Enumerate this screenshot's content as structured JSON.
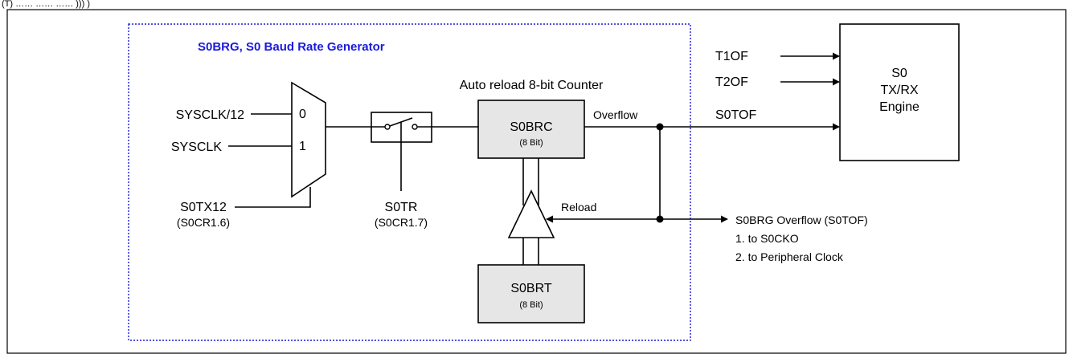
{
  "header_text": "(T)  ……  ……  ……  ))) )",
  "generator": {
    "title": "S0BRG, S0 Baud Rate Generator",
    "title_color": "#1a1adb",
    "border_color": "#1a1adb"
  },
  "mux": {
    "inputs": [
      "SYSCLK/12",
      "SYSCLK"
    ],
    "input_indices": [
      "0",
      "1"
    ],
    "select_label": "S0TX12",
    "select_sub": "(S0CR1.6)"
  },
  "switch": {
    "label": "S0TR",
    "sub": "(S0CR1.7)"
  },
  "counter": {
    "caption": "Auto reload 8-bit Counter",
    "name": "S0BRC",
    "width": "(8 Bit)",
    "overflow_label": "Overflow",
    "fill_color": "#e6e6e6"
  },
  "reload": {
    "label": "Reload",
    "name": "S0BRT",
    "width": "(8 Bit)"
  },
  "engine": {
    "lines": [
      "S0",
      "TX/RX",
      "Engine"
    ],
    "inputs": [
      "T1OF",
      "T2OF",
      "S0TOF"
    ]
  },
  "output_notes": [
    "S0BRG Overflow (S0TOF)",
    "1. to S0CKO",
    "2. to Peripheral Clock"
  ]
}
